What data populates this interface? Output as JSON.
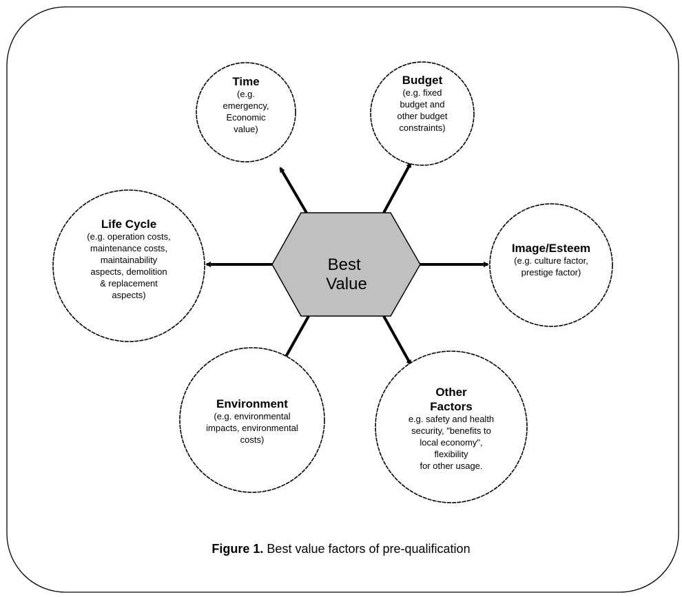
{
  "center": {
    "lines": [
      "Best",
      "Value"
    ],
    "fill": "#c0c0c0"
  },
  "nodes": [
    {
      "id": "time",
      "title": [
        "Time"
      ],
      "sub": [
        "(e.g.",
        "emergency,",
        "Economic",
        "value)"
      ]
    },
    {
      "id": "budget",
      "title": [
        "Budget"
      ],
      "sub": [
        "(e.g. fixed",
        "budget and",
        "other budget",
        "constraints)"
      ]
    },
    {
      "id": "life-cycle",
      "title": [
        "Life Cycle"
      ],
      "sub": [
        "(e.g. operation costs,",
        "maintenance costs,",
        "maintainability",
        "aspects, demolition",
        "& replacement",
        "aspects)"
      ]
    },
    {
      "id": "image-esteem",
      "title": [
        "Image/Esteem"
      ],
      "sub": [
        "(e.g. culture factor,",
        "prestige factor)"
      ]
    },
    {
      "id": "environment",
      "title": [
        "Environment"
      ],
      "sub": [
        "(e.g. environmental",
        "impacts, environmental",
        "costs)"
      ]
    },
    {
      "id": "other-factors",
      "title": [
        "Other",
        "Factors"
      ],
      "sub": [
        "e.g. safety and health",
        "security, \"benefits to",
        "local economy\",",
        "flexibility",
        "for other usage."
      ]
    }
  ],
  "caption": {
    "label": "Figure 1.",
    "text": " Best value factors of pre-qualification"
  }
}
